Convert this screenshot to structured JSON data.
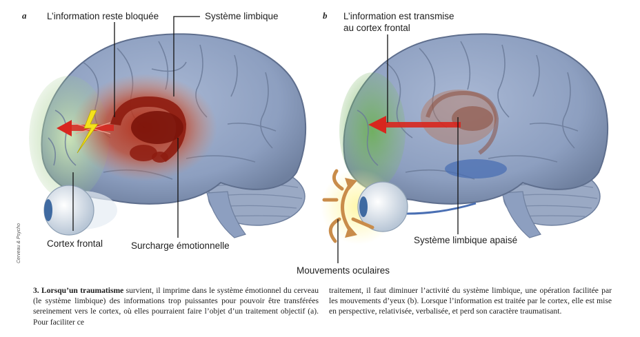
{
  "panel_a": {
    "letter": "a",
    "label_blocked": "L’information reste bloquée",
    "label_limbic": "Système limbique",
    "label_cortex": "Cortex frontal",
    "label_overload": "Surcharge émotionnelle"
  },
  "panel_b": {
    "letter": "b",
    "label_transmitted_1": "L’information est transmise",
    "label_transmitted_2": "au cortex frontal",
    "label_calm": "Système limbique apaisé",
    "label_eyes": "Mouvements oculaires"
  },
  "credit": "Cerveau & Psycho",
  "caption": {
    "left_lead": "3. Lorsqu’un traumatisme",
    "left_text": " survient, il imprime dans le système émotionnel du cerveau (le système limbique) des informations trop puissantes pour pouvoir être transférées sereinement vers le cortex, où elles pourraient faire l’objet d’un traitement objectif (a). Pour faciliter ce",
    "right_text": "traitement, il faut diminuer l’activité du système limbique, une opération facilitée par les mouvements d’yeux (b). Lorsque l’information est traitée par le cortex, elle est mise en perspective, relativisée, verbalisée, et perd son caractère traumatisant."
  },
  "colors": {
    "brain": "#8d9fc0",
    "cortex_green": "#9fca8c",
    "overload_red": "#c0462a",
    "arrow_red": "#d8261e",
    "calm_blue": "#4a6fb3",
    "eye_motion": "#c98c4a"
  }
}
